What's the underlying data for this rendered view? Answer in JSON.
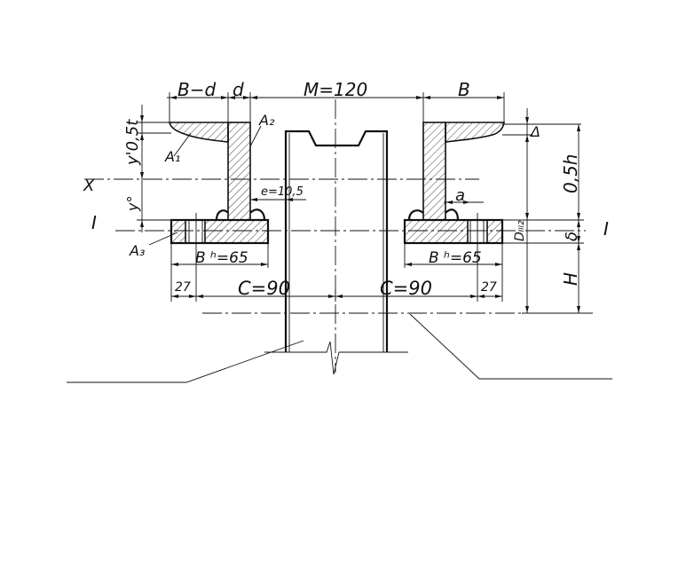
{
  "labels": {
    "b_minus_d": "B−d",
    "d": "d",
    "M": "M=120",
    "b": "B",
    "y_half_t": "y'0,5t",
    "A1": "A₁",
    "A2": "A₂",
    "A3": "A₃",
    "X": "X",
    "e": "e=10,5",
    "y0": "y°",
    "a": "a",
    "I_left": "I",
    "I_right": "I",
    "half_h": "0,5h",
    "delta_small": "Δ",
    "delta": "δ",
    "D": "Dᵢₗₗ₂",
    "bn_left": "B ʰ=65",
    "bn_right": "B ʰ=65",
    "dim27_left": "27",
    "dim27_right": "27",
    "C_left": "C=90",
    "C_right": "C=90",
    "H": "H"
  },
  "colors": {
    "line": "#111111",
    "background": "#ffffff"
  }
}
